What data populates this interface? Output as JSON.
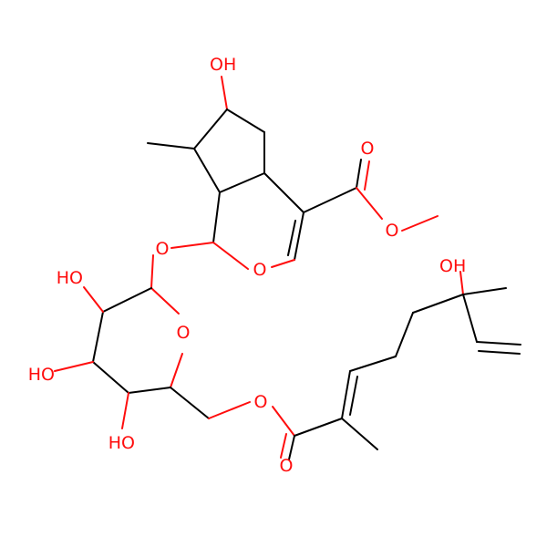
{
  "colors": {
    "bond": "#000000",
    "oxygen": "#ff0d0d",
    "background": "#ffffff"
  },
  "labels": {
    "oh_top": "OH",
    "o_ester_carbonyl": "O",
    "o_ester_bridge": "O",
    "o_ring_pyran": "O",
    "o_glycosidic": "O",
    "oh_sugar_1": "HO",
    "o_ring_sugar": "O",
    "oh_sugar_2": "HO",
    "oh_sugar_3": "HO",
    "o_ester_chain": "O",
    "o_chain_carbonyl": "O",
    "oh_tertiary": "OH"
  }
}
